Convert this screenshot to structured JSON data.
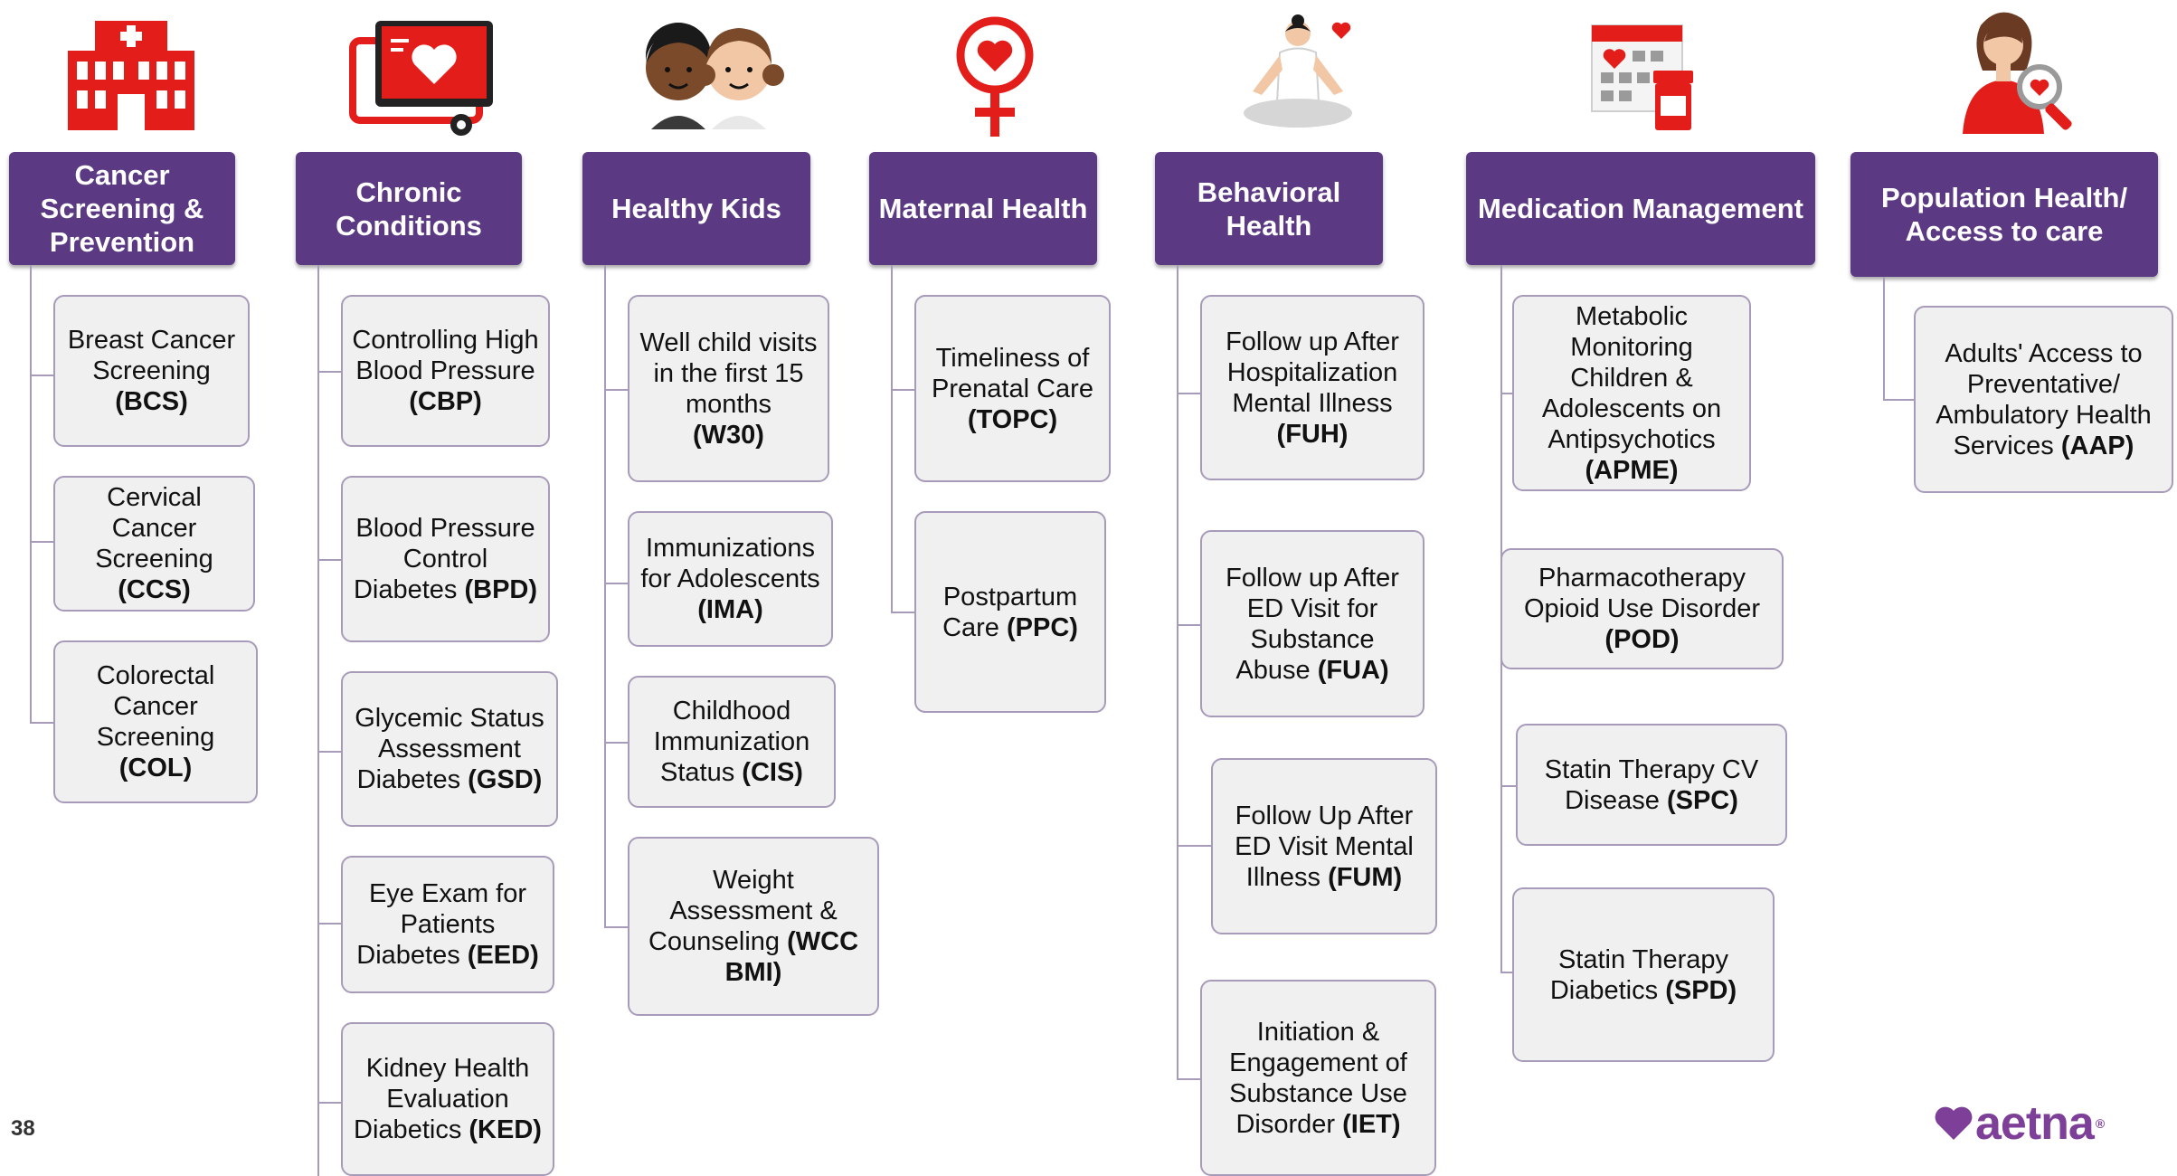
{
  "page_number": "38",
  "brand": {
    "name": "aetna",
    "color": "#7d3f98"
  },
  "colors": {
    "header_bg": "#5b3a83",
    "box_bg": "#f0f0f0",
    "box_border": "#a89bb9",
    "icon_red": "#e31d1a"
  },
  "columns": [
    {
      "icon": "hospital-icon",
      "title": "Cancer Screening & Prevention",
      "measures": [
        {
          "text": "Breast Cancer Screening",
          "abbr": "(BCS)"
        },
        {
          "text": "Cervical Cancer Screening",
          "abbr": "(CCS)"
        },
        {
          "text": "Colorectal Cancer Screening",
          "abbr": "(COL)"
        }
      ]
    },
    {
      "icon": "monitor-heart-icon",
      "title": "Chronic Conditions",
      "measures": [
        {
          "text": "Controlling High Blood Pressure",
          "abbr": "(CBP)"
        },
        {
          "text": "Blood Pressure Control Diabetes",
          "abbr": "(BPD)"
        },
        {
          "text": "Glycemic Status Assessment Diabetes",
          "abbr": "(GSD)"
        },
        {
          "text": "Eye Exam for Patients Diabetes",
          "abbr": "(EED)"
        },
        {
          "text": "Kidney Health Evaluation Diabetics",
          "abbr": "(KED)"
        }
      ]
    },
    {
      "icon": "kids-icon",
      "title": "Healthy Kids",
      "measures": [
        {
          "text": "Well child visits in the first 15 months",
          "abbr": "(W30)"
        },
        {
          "text": "Immunizations for Adolescents",
          "abbr": "(IMA)"
        },
        {
          "text": "Childhood Immunization Status",
          "abbr": "(CIS)"
        },
        {
          "text": "Weight Assessment & Counseling",
          "abbr": "(WCC BMI)"
        }
      ]
    },
    {
      "icon": "female-heart-icon",
      "title": "Maternal Health",
      "measures": [
        {
          "text": "Timeliness of Prenatal Care",
          "abbr": "(TOPC)"
        },
        {
          "text": "Postpartum Care",
          "abbr": "(PPC)"
        }
      ]
    },
    {
      "icon": "meditation-icon",
      "title": "Behavioral Health",
      "measures": [
        {
          "text": "Follow up After Hospitalization Mental Illness",
          "abbr": "(FUH)"
        },
        {
          "text": "Follow up After ED Visit for Substance Abuse",
          "abbr": "(FUA)"
        },
        {
          "text": "Follow Up After ED Visit Mental Illness",
          "abbr": "(FUM)"
        },
        {
          "text": "Initiation & Engagement of Substance Use Disorder",
          "abbr": "(IET)"
        }
      ]
    },
    {
      "icon": "calendar-pills-icon",
      "title": "Medication Management",
      "measures": [
        {
          "text": "Metabolic Monitoring Children & Adolescents on Antipsychotics",
          "abbr": "(APME)"
        },
        {
          "text": "Pharmacotherapy Opioid Use Disorder",
          "abbr": "(POD)"
        },
        {
          "text": "Statin Therapy CV Disease",
          "abbr": "(SPC)"
        },
        {
          "text": "Statin Therapy Diabetics",
          "abbr": "(SPD)"
        }
      ]
    },
    {
      "icon": "doctor-magnifier-icon",
      "title": "Population Health/ Access to care",
      "measures": [
        {
          "text": "Adults' Access to Preventative/ Ambulatory Health Services",
          "abbr": "(AAP)"
        }
      ]
    }
  ]
}
